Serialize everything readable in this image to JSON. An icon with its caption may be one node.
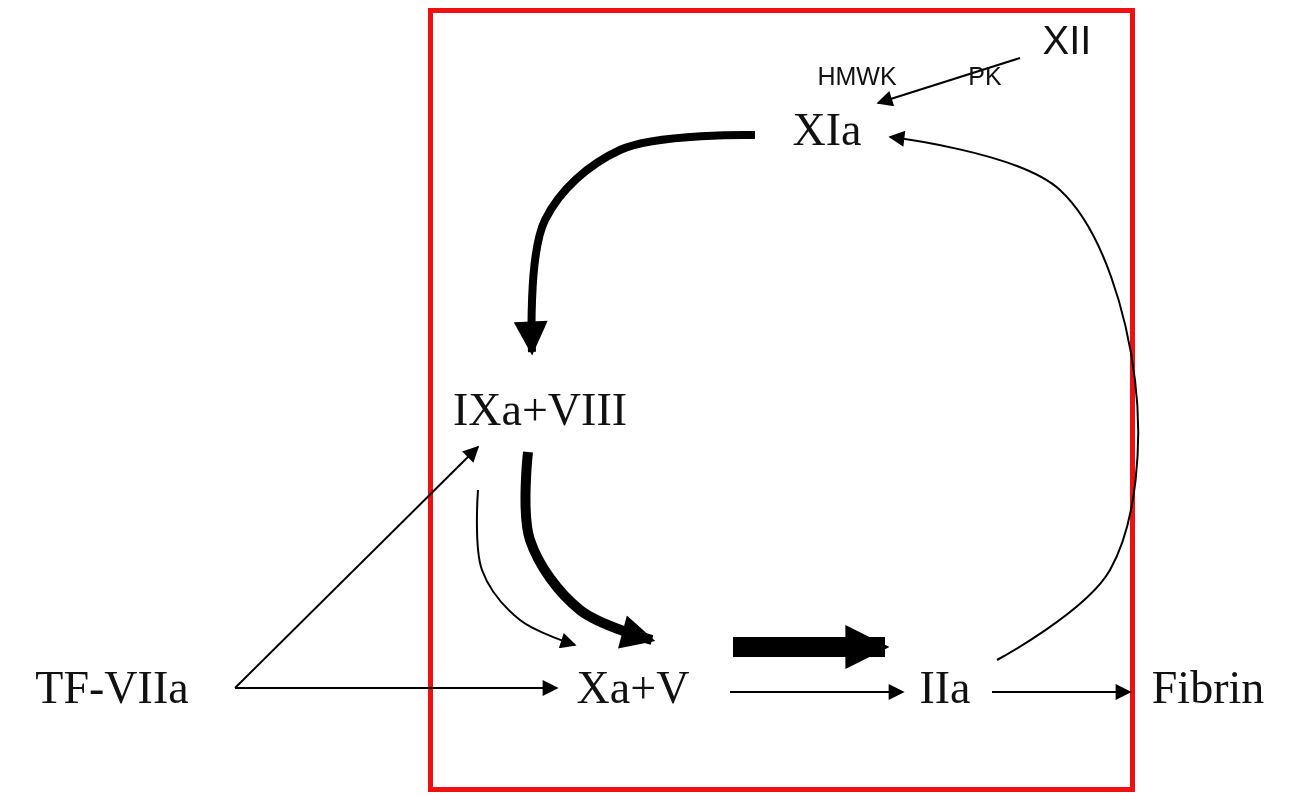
{
  "diagram": {
    "nodes": [
      {
        "text": [],
        "shape": "box"
      },
      {
        "text": [
          "XII"
        ],
        "in": 0
      },
      {
        "text": [
          "XIa"
        ],
        "in": 0
      },
      {
        "text": [
          "IXa+VIII"
        ],
        "in": 0
      },
      {
        "text": [
          "TF-VIIa"
        ]
      },
      {
        "text": [
          "Xa+V"
        ],
        "in": 0
      },
      {
        "text": [
          "IIa"
        ],
        "in": 0
      },
      {
        "text": [
          "Fibrin"
        ]
      }
    ],
    "edges": [
      {
        "from": 1,
        "to": 2,
        "arrow": "to"
      },
      {
        "from": 2,
        "to": 3,
        "arrow": "to",
        "style": "thick"
      },
      {
        "from": 3,
        "to": 5,
        "arrow": "to"
      },
      {
        "from": 3,
        "to": 5,
        "arrow": "to",
        "style": "thick"
      },
      {
        "from": 4,
        "to": 3,
        "arrow": "to"
      },
      {
        "from": 4,
        "to": 5,
        "arrow": "to"
      },
      {
        "from": 5,
        "to": 6,
        "arrow": "to",
        "style": "thick"
      },
      {
        "from": 5,
        "to": 6,
        "arrow": "to"
      },
      {
        "from": 6,
        "to": 2,
        "arrow": "to"
      },
      {
        "from": 6,
        "to": 7,
        "arrow": "to"
      }
    ],
    "labels": [
      "HMWK",
      "PK"
    ]
  }
}
